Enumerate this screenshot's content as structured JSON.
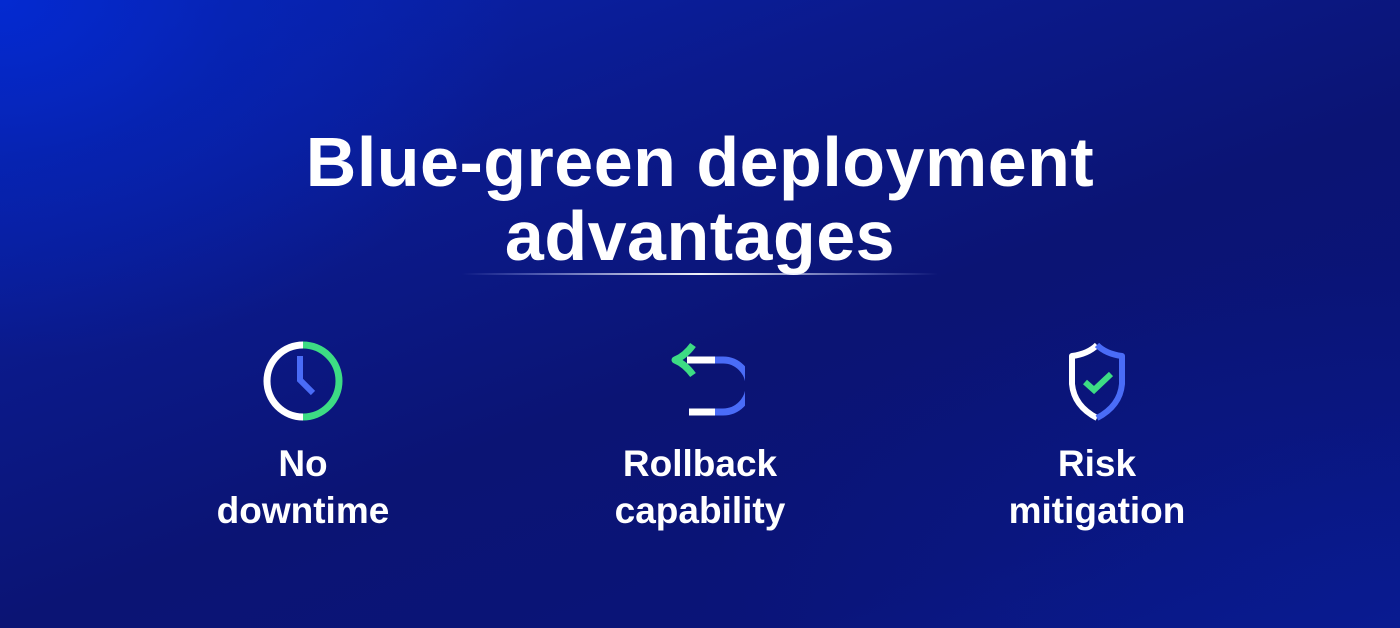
{
  "title": {
    "line1": "Blue-green deployment",
    "line2": "advantages"
  },
  "colors": {
    "background_top_left": "#0426c8",
    "background_main": "#0b1474",
    "text": "#ffffff",
    "accent_green": "#3ddc84",
    "accent_blue": "#4a6cf7",
    "icon_white": "#ffffff"
  },
  "features": [
    {
      "icon": "clock-icon",
      "line1": "No",
      "line2": "downtime"
    },
    {
      "icon": "rollback-arrow-icon",
      "line1": "Rollback",
      "line2": "capability"
    },
    {
      "icon": "shield-check-icon",
      "line1": "Risk",
      "line2": "mitigation"
    }
  ]
}
